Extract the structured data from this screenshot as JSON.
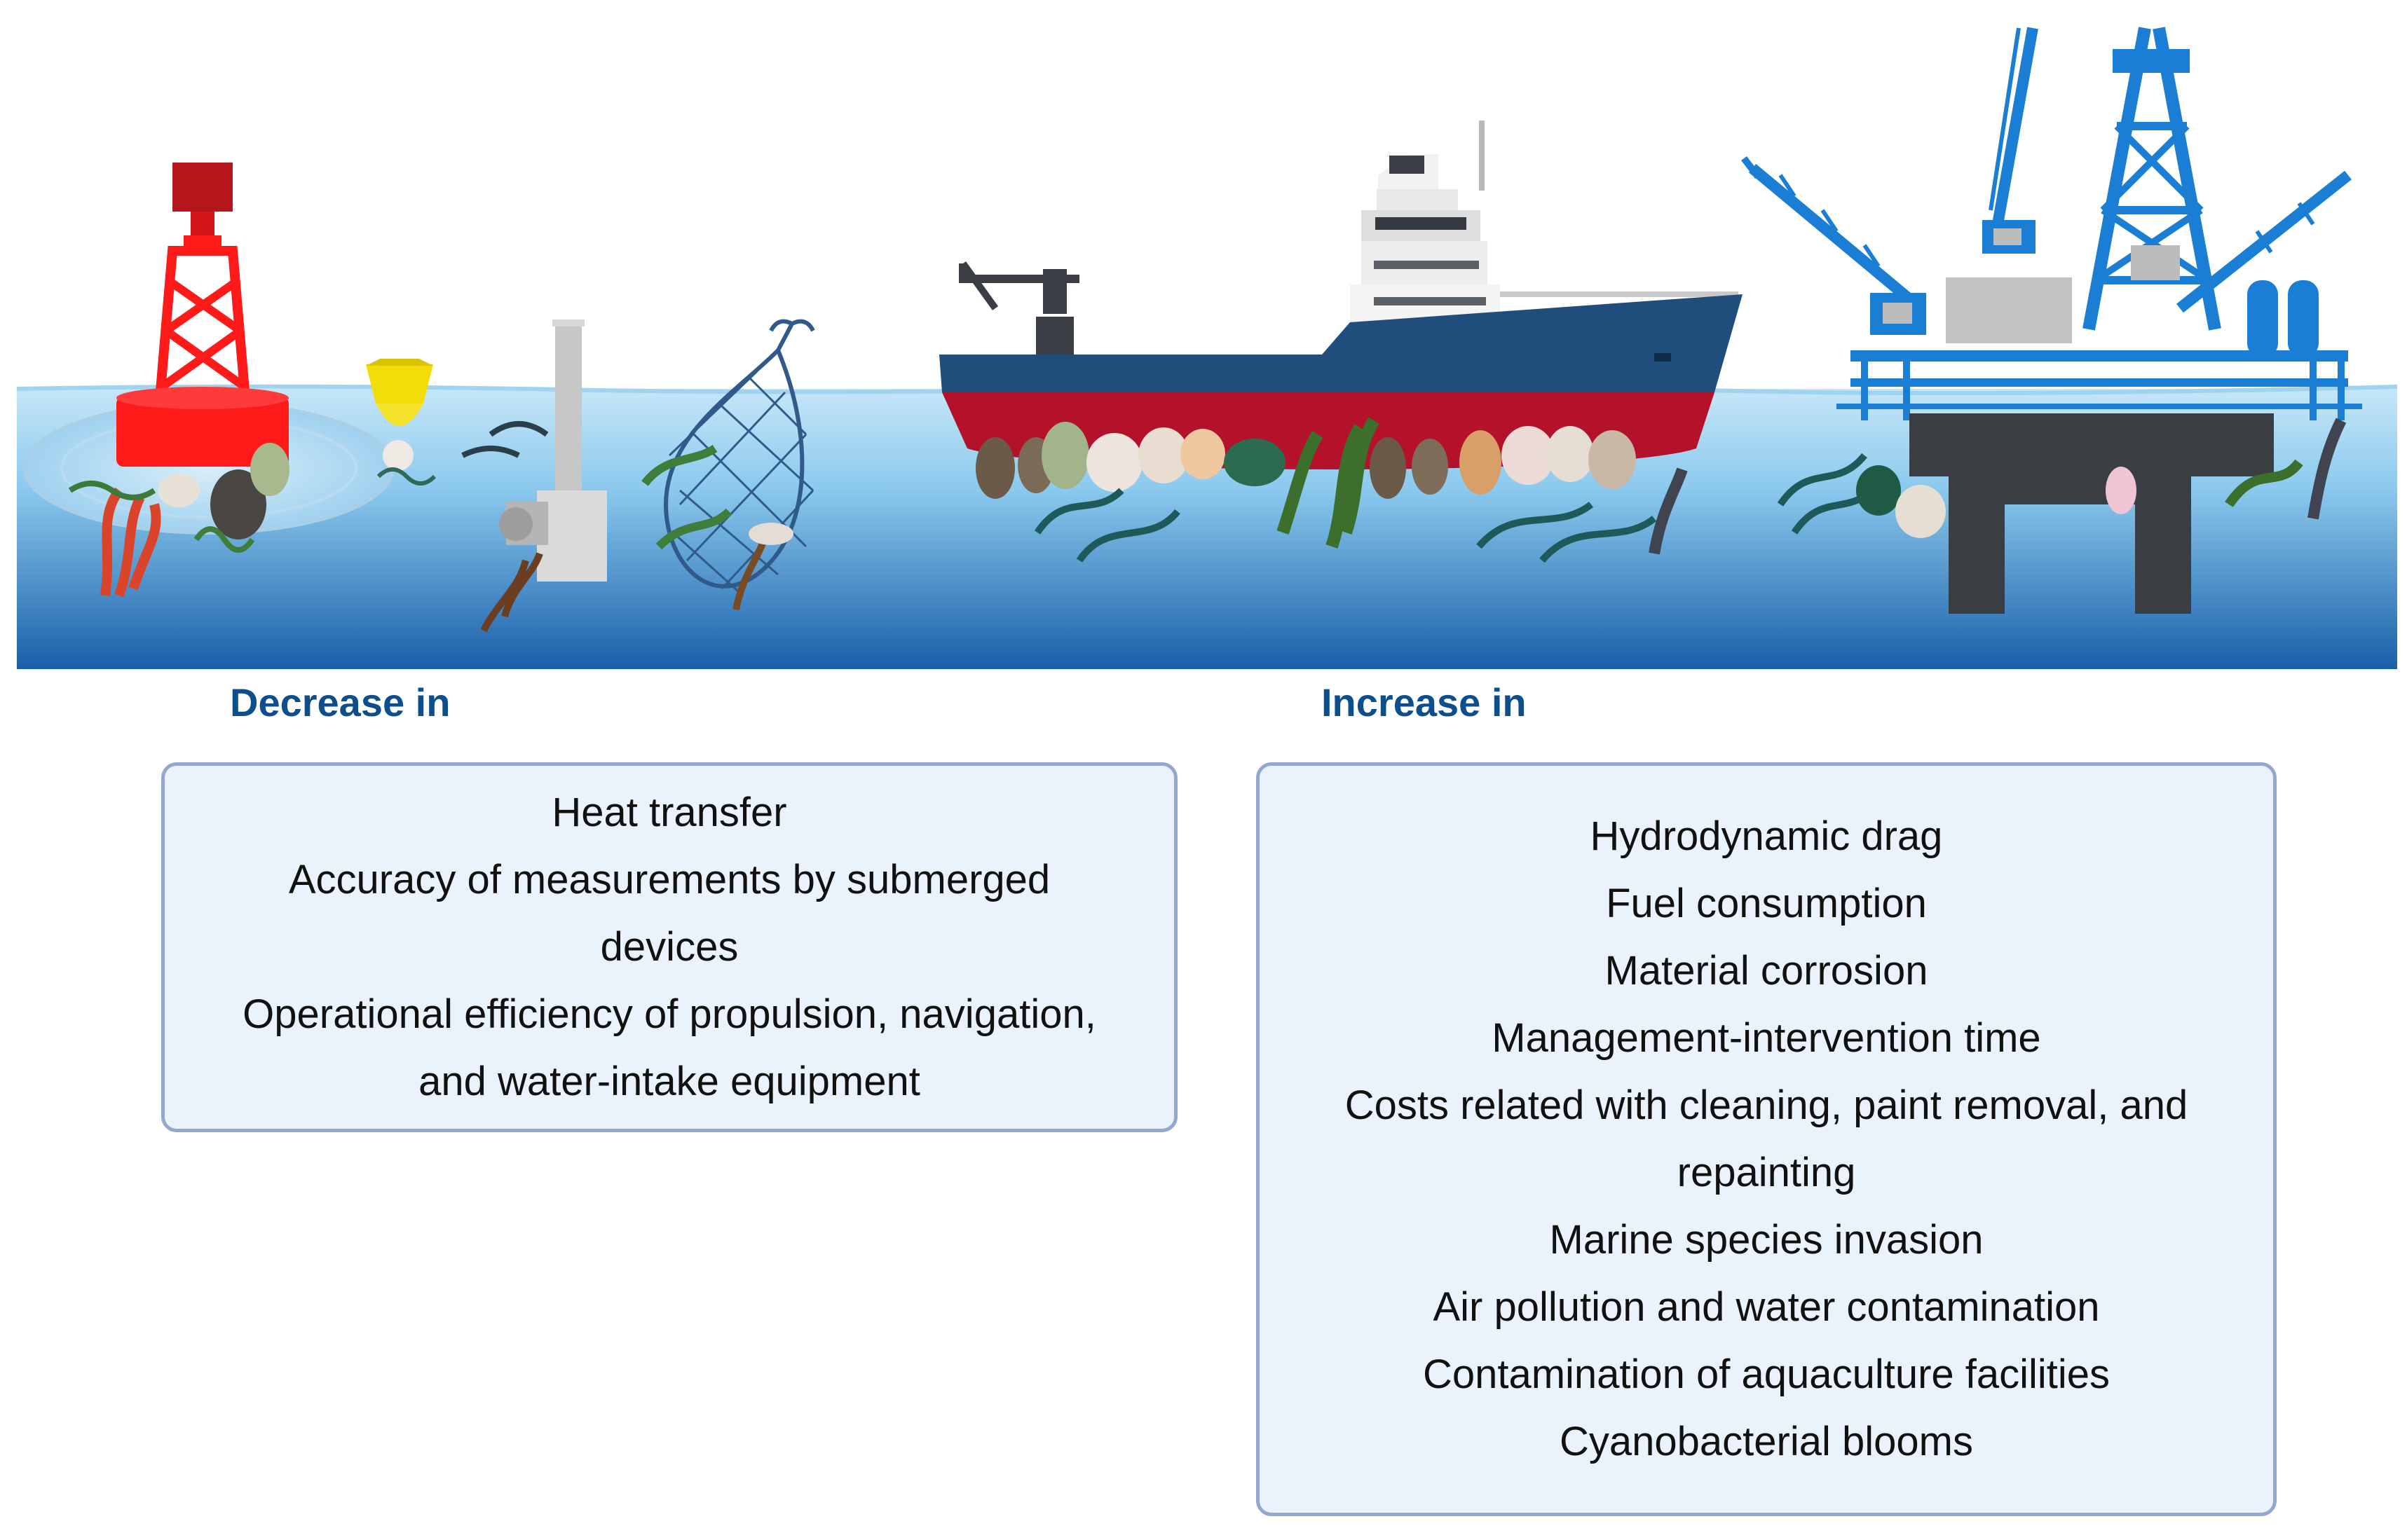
{
  "decrease": {
    "heading": "Decrease in",
    "items": [
      "Heat transfer",
      "Accuracy of measurements by submerged devices",
      "Operational efficiency of propulsion, navigation, and water-intake equipment"
    ]
  },
  "increase": {
    "heading": "Increase in",
    "items": [
      "Hydrodynamic drag",
      "Fuel consumption",
      "Material corrosion",
      "Management-intervention time",
      "Costs related with cleaning, paint removal, and repainting",
      "Marine species invasion",
      "Air pollution and water contamination",
      "Contamination of aquaculture facilities",
      "Cyanobacterial blooms"
    ]
  },
  "colors": {
    "heading": "#0d4f8c",
    "box_fill": "#eaf2fc",
    "box_border": "#93a8cf",
    "sea_top": "#b7def4",
    "sea_bottom": "#1b63ad",
    "buoy_red": "#ff1a1a",
    "ship_hull": "#1f4e7d",
    "ship_bottom": "#b3122a",
    "rig_blue": "#1a7fd4",
    "rig_deck": "#3a3d42"
  }
}
